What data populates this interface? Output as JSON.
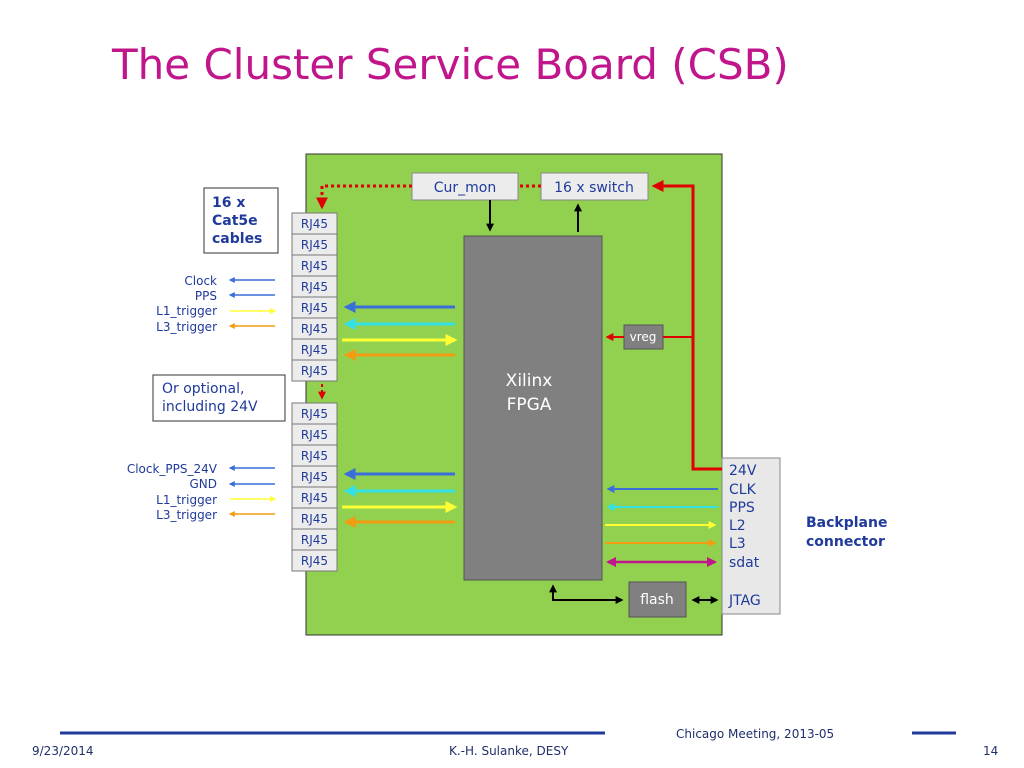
{
  "slide": {
    "title": "The Cluster Service Board (CSB)"
  },
  "diagram": {
    "cur_mon": "Cur_mon",
    "switch": "16 x switch",
    "fpga_line1": "Xilinx",
    "fpga_line2": "FPGA",
    "vreg": "vreg",
    "flash": "flash",
    "rj45_label": "RJ45",
    "rj45_count": 16,
    "cables_line1": "16 x",
    "cables_line2": "Cat5e",
    "cables_line3": "cables",
    "optional_line1": "Or optional,",
    "optional_line2": "including 24V",
    "top_signals": [
      "Clock",
      "PPS",
      "L1_trigger",
      "L3_trigger"
    ],
    "bottom_signals": [
      "Clock_PPS_24V",
      "GND",
      "L1_trigger",
      "L3_trigger"
    ],
    "backplane_pins": [
      "24V",
      "CLK",
      "PPS",
      "L2",
      "L3",
      "sdat",
      "JTAG"
    ],
    "backplane_line1": "Backplane",
    "backplane_line2": "connector"
  },
  "colors": {
    "title": "#c0158b",
    "board": "#92d050",
    "fpga": "#808080",
    "blue": "#3a6fd8",
    "cyan": "#33e0e6",
    "yellow": "#ffff33",
    "orange": "#f39c12",
    "magenta": "#c0158b",
    "red": "#e00000",
    "navy": "#1f3a9b"
  },
  "footer": {
    "date": "9/23/2014",
    "author": "K.-H. Sulanke, DESY",
    "meeting": "Chicago Meeting, 2013-05",
    "page": "14"
  }
}
